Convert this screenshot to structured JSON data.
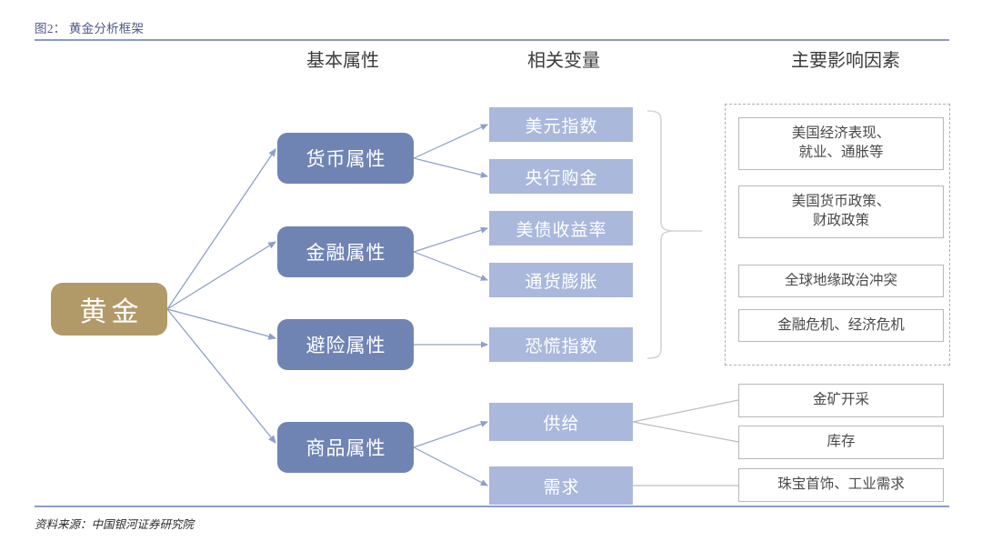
{
  "figure": {
    "title": "图2： 黄金分析框架",
    "source": "资料来源：中国银河证券研究院"
  },
  "columns": [
    {
      "label": "基本属性"
    },
    {
      "label": "相关变量"
    },
    {
      "label": "主要影响因素"
    }
  ],
  "colors": {
    "root_fill": "#b29968",
    "attribute_fill": "#7084b4",
    "variable_fill": "#aab8dc",
    "factor_border": "#b8b8b8",
    "factor_text": "#4a4a4a",
    "title_text": "#4f5b86",
    "rule": "#8e9cc4",
    "connector_blue": "#8fa0c8",
    "connector_gray": "#bdbdbd"
  },
  "root": {
    "label": "黄金"
  },
  "attributes": [
    {
      "label": "货币属性"
    },
    {
      "label": "金融属性"
    },
    {
      "label": "避险属性"
    },
    {
      "label": "商品属性"
    }
  ],
  "variables": [
    {
      "label": "美元指数"
    },
    {
      "label": "央行购金"
    },
    {
      "label": "美债收益率"
    },
    {
      "label": "通货膨胀"
    },
    {
      "label": "恐慌指数"
    },
    {
      "label": "供给"
    },
    {
      "label": "需求"
    }
  ],
  "factors_grouped": [
    {
      "label": "美国经济表现、\n就业、通胀等"
    },
    {
      "label": "美国货币政策、\n财政政策"
    },
    {
      "label": "全球地缘政治冲突"
    },
    {
      "label": "金融危机、经济危机"
    }
  ],
  "factors_commodity": [
    {
      "label": "金矿开采"
    },
    {
      "label": "库存"
    },
    {
      "label": "珠宝首饰、工业需求"
    }
  ],
  "chart_data": {
    "type": "diagram",
    "title": "图2： 黄金分析框架",
    "levels": [
      "基本属性",
      "相关变量",
      "主要影响因素"
    ],
    "root": "黄金",
    "edges": [
      {
        "from": "黄金",
        "to": "货币属性"
      },
      {
        "from": "黄金",
        "to": "金融属性"
      },
      {
        "from": "黄金",
        "to": "避险属性"
      },
      {
        "from": "黄金",
        "to": "商品属性"
      },
      {
        "from": "货币属性",
        "to": "美元指数"
      },
      {
        "from": "货币属性",
        "to": "央行购金"
      },
      {
        "from": "金融属性",
        "to": "美债收益率"
      },
      {
        "from": "金融属性",
        "to": "通货膨胀"
      },
      {
        "from": "避险属性",
        "to": "恐慌指数"
      },
      {
        "from": "商品属性",
        "to": "供给"
      },
      {
        "from": "商品属性",
        "to": "需求"
      },
      {
        "from": "供给",
        "to": "金矿开采"
      },
      {
        "from": "供给",
        "to": "库存"
      },
      {
        "from": "需求",
        "to": "珠宝首饰、工业需求"
      },
      {
        "from": "brace(美元指数…恐慌指数)",
        "to": "主要影响因素分组"
      }
    ]
  }
}
